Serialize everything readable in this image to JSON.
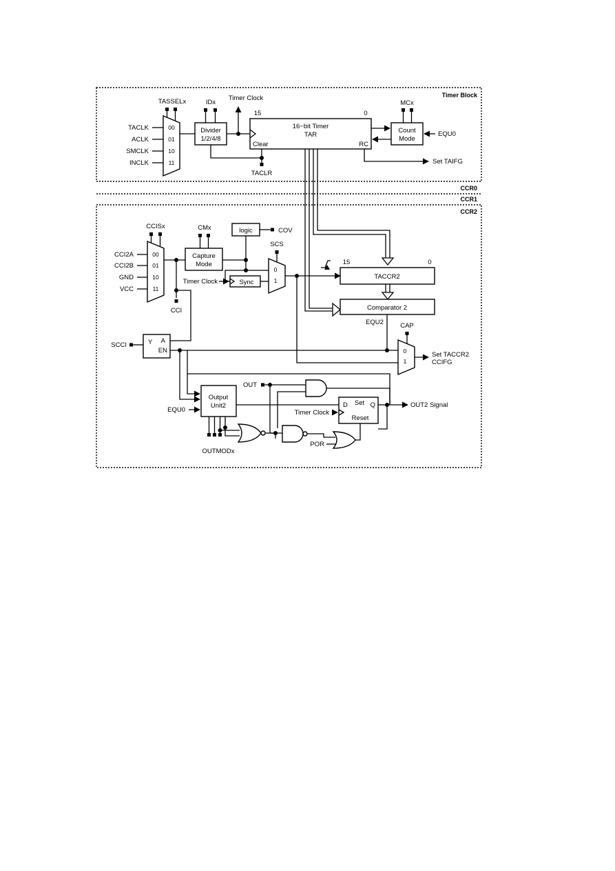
{
  "sections": {
    "timer_block": "Timer Block",
    "ccr0": "CCR0",
    "ccr1": "CCR1",
    "ccr2": "CCR2"
  },
  "timer": {
    "tassel_label": "TASSELx",
    "clock_inputs": [
      "TACLK",
      "ACLK",
      "SMCLK",
      "INCLK"
    ],
    "mux_codes": [
      "00",
      "01",
      "10",
      "11"
    ],
    "idx_label": "IDx",
    "divider_line1": "Divider",
    "divider_line2": "1/2/4/8",
    "timer_clock_label": "Timer Clock",
    "bit_high": "15",
    "bit_low": "0",
    "tar_line1": "16−bit Timer",
    "tar_line2": "TAR",
    "clear_label": "Clear",
    "rc_label": "RC",
    "taclr_label": "TACLR",
    "mcx_label": "MCx",
    "count_line1": "Count",
    "count_line2": "Mode",
    "equ0_label": "EQU0",
    "taifg_label": "Set TAIFG"
  },
  "ccr2": {
    "ccis_label": "CCISx",
    "inputs": [
      "CCI2A",
      "CCI2B",
      "GND",
      "VCC"
    ],
    "mux_codes": [
      "00",
      "01",
      "10",
      "11"
    ],
    "cmx_label": "CMx",
    "capture_line1": "Capture",
    "capture_line2": "Mode",
    "logic_label": "logic",
    "cov_label": "COV",
    "scs_label": "SCS",
    "scs_0": "0",
    "scs_1": "1",
    "timer_clock_label": "Timer Clock",
    "sync_label": "Sync",
    "cci_label": "CCI",
    "bit_high": "15",
    "bit_low": "0",
    "taccr_label": "TACCR2",
    "comparator_label": "Comparator 2",
    "equ2_label": "EQU2",
    "cap_label": "CAP",
    "cap_0": "0",
    "cap_1": "1",
    "set_ccifg_line1": "Set TACCR2",
    "set_ccifg_line2": "CCIFG",
    "scci_label": "SCCI",
    "latch_y": "Y",
    "latch_a": "A",
    "latch_en": "EN",
    "out_label": "OUT",
    "output_line1": "Output",
    "output_line2": "Unit2",
    "equ0_label": "EQU0",
    "ff_d": "D",
    "ff_set": "Set",
    "ff_q": "Q",
    "ff_reset": "Reset",
    "ff_clock_label": "Timer Clock",
    "out_signal_label": "OUT2 Signal",
    "por_label": "POR",
    "outmod_label": "OUTMODx"
  }
}
